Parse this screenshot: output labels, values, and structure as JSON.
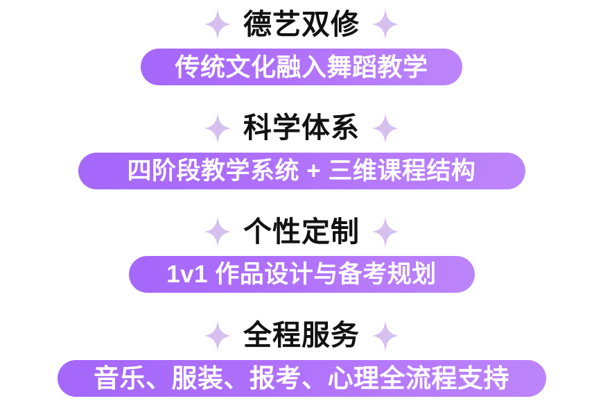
{
  "background_color": "#ffffff",
  "theme": {
    "heading_color": "#111111",
    "pill_text_color": "#ffffff",
    "pill_gradient_start": "#a467fa",
    "pill_gradient_end": "#bd85fa",
    "sparkle_color": "#d6c0f0"
  },
  "sections": [
    {
      "heading": "德艺双修",
      "left_icon": "sparkle-icon",
      "right_icon": "sparkle-icon",
      "pill_text": "传统文化融入舞蹈教学"
    },
    {
      "heading": "科学体系",
      "left_icon": "sparkle-icon",
      "right_icon": "sparkle-icon",
      "pill_text": "四阶段教学系统 + 三维课程结构"
    },
    {
      "heading": "个性定制",
      "left_icon": "sparkle-icon",
      "right_icon": "sparkle-icon",
      "pill_text": "1v1 作品设计与备考规划"
    },
    {
      "heading": "全程服务",
      "left_icon": "sparkle-icon",
      "right_icon": "sparkle-icon",
      "pill_text": "音乐、服装、报考、心理全流程支持"
    }
  ]
}
